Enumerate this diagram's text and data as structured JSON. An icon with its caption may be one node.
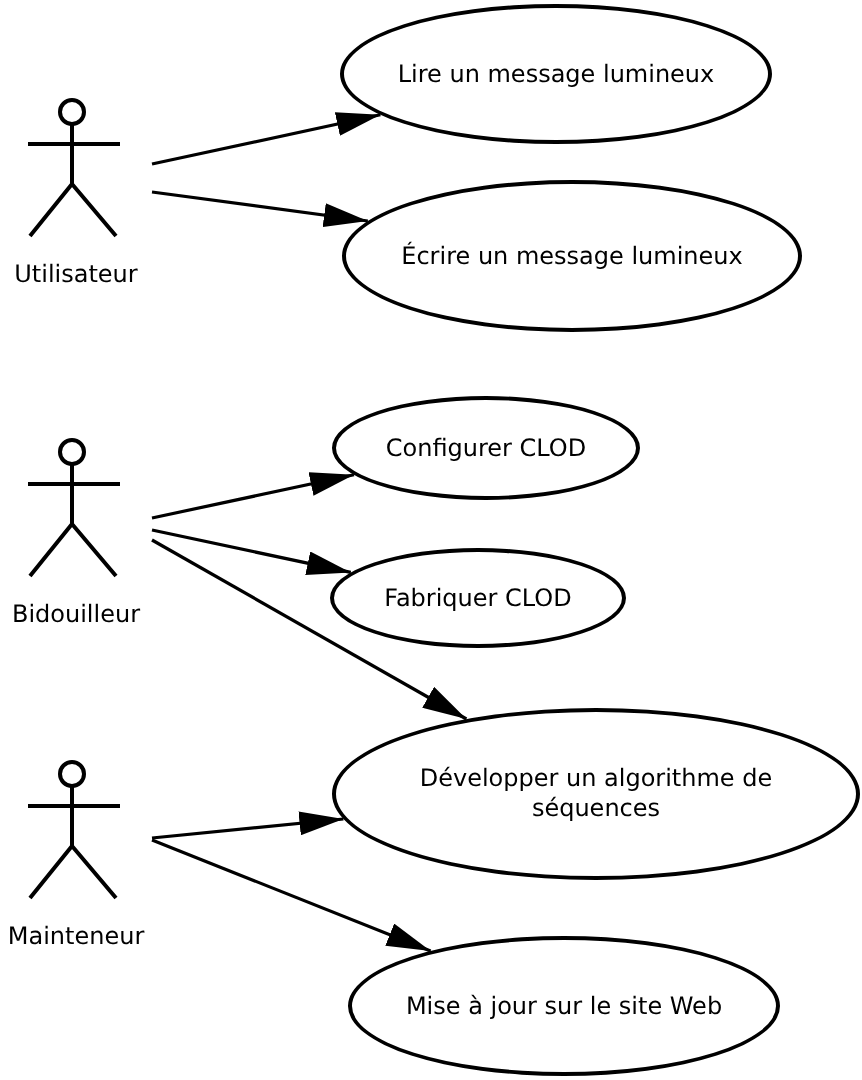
{
  "diagram": {
    "nodes": [
      {
        "text": [
          "Utilisateur"
        ]
      },
      {
        "text": [
          "Lire un message lumineux"
        ]
      },
      {
        "text": [
          "Écrire un message lumineux"
        ]
      },
      {
        "text": [
          "Bidouilleur"
        ]
      },
      {
        "text": [
          "Configurer CLOD"
        ]
      },
      {
        "text": [
          "Fabriquer CLOD"
        ]
      },
      {
        "text": [
          "Développer un algorithme de séquences"
        ]
      },
      {
        "text": [
          "Mainteneur"
        ]
      },
      {
        "text": [
          "Mise à jour sur le site Web"
        ]
      }
    ],
    "edges": [
      {
        "from": 0,
        "to": 1,
        "arrow": "to"
      },
      {
        "from": 0,
        "to": 2,
        "arrow": "to"
      },
      {
        "from": 3,
        "to": 4,
        "arrow": "to"
      },
      {
        "from": 3,
        "to": 5,
        "arrow": "to"
      },
      {
        "from": 3,
        "to": 6,
        "arrow": "to"
      },
      {
        "from": 7,
        "to": 6,
        "arrow": "to"
      },
      {
        "from": 7,
        "to": 8,
        "arrow": "to"
      }
    ]
  }
}
